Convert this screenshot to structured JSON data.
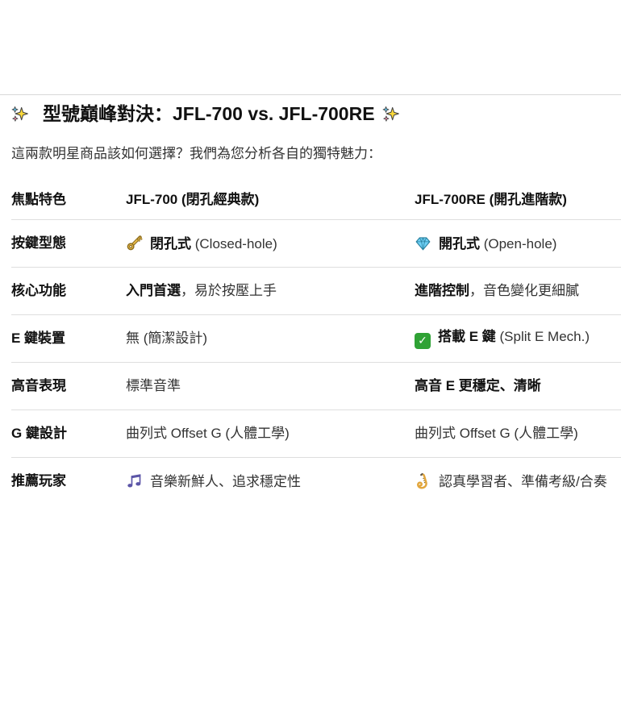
{
  "page": {
    "title": "型號巔峰對決：JFL-700 vs. JFL-700RE",
    "subtitle": "這兩款明星商品該如何選擇？我們為您分析各自的獨特魅力：",
    "title_icon": "sparkles-icon"
  },
  "table": {
    "headers": [
      "焦點特色",
      "JFL-700 (閉孔經典款)",
      "JFL-700RE (開孔進階款)"
    ],
    "rows": [
      {
        "label": "按鍵型態",
        "left": {
          "icon": "key-icon",
          "bold": "閉孔式",
          "text": " (Closed-hole)"
        },
        "right": {
          "icon": "gem-icon",
          "bold": "開孔式",
          "text": " (Open-hole)"
        }
      },
      {
        "label": "核心功能",
        "left": {
          "bold": "入門首選",
          "text": "，易於按壓上手"
        },
        "right": {
          "bold": "進階控制",
          "text": "，音色變化更細膩"
        }
      },
      {
        "label": "E 鍵裝置",
        "left": {
          "text": "無 (簡潔設計)"
        },
        "right": {
          "icon": "check-icon",
          "bold": "搭載 E 鍵",
          "text": " (Split E Mech.)"
        }
      },
      {
        "label": "高音表現",
        "left": {
          "text": "標準音準"
        },
        "right": {
          "bold": "高音 E 更穩定、清晰"
        }
      },
      {
        "label": "G 鍵設計",
        "left": {
          "text": "曲列式 Offset G (人體工學)"
        },
        "right": {
          "text": "曲列式 Offset G (人體工學)"
        }
      },
      {
        "label": "推薦玩家",
        "left": {
          "icon": "musical-notes-icon",
          "text": "音樂新鮮人、追求穩定性"
        },
        "right": {
          "icon": "saxophone-icon",
          "text": "認真學習者、準備考級/合奏"
        }
      }
    ]
  },
  "colors": {
    "background": "#ffffff",
    "divider": "#dedede",
    "top_border": "#d9d9d9",
    "text": "#333333",
    "bold_text": "#111111",
    "check_green": "#2FA235",
    "gem_blue": "#6FD1F6",
    "key_gold": "#EBBE4D",
    "notes_purple": "#5B55A7",
    "sax_gold": "#E2A63C",
    "sparkle_yellow": "#FCD93A"
  }
}
